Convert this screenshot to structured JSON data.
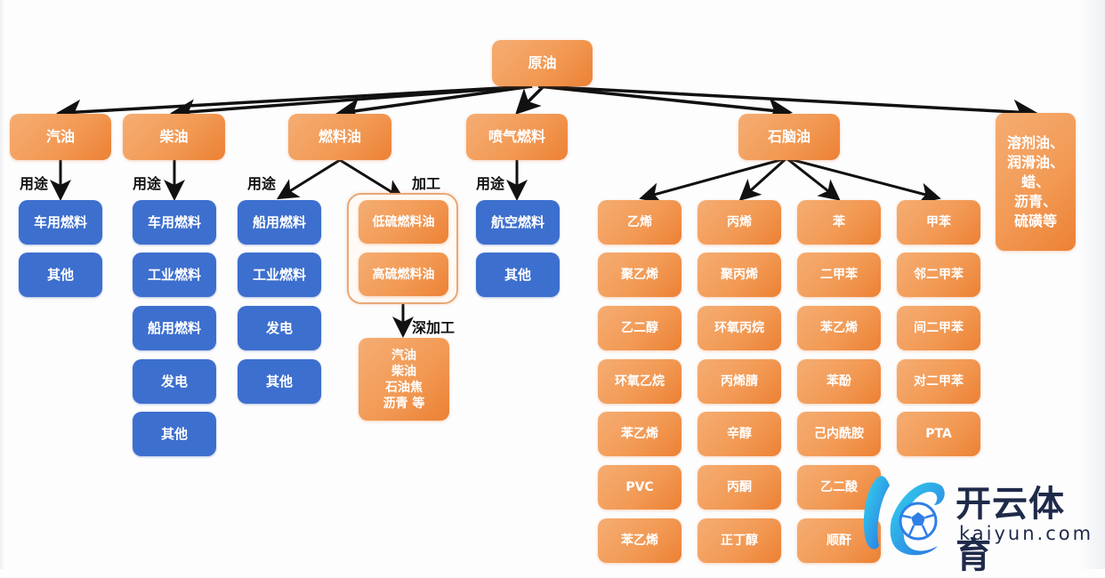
{
  "root": {
    "label": "原油"
  },
  "products": [
    {
      "label": "汽油"
    },
    {
      "label": "柴油"
    },
    {
      "label": "燃料油"
    },
    {
      "label": "喷气燃料"
    },
    {
      "label": "石脑油"
    },
    {
      "label": "溶剂油、\n润滑油、\n蜡、\n沥青、\n硫磺等"
    }
  ],
  "edge_labels": {
    "use": "用途",
    "process": "加工",
    "deep_process": "深加工"
  },
  "gasoline_uses": [
    "车用燃料",
    "其他"
  ],
  "diesel_uses": [
    "车用燃料",
    "工业燃料",
    "船用燃料",
    "发电",
    "其他"
  ],
  "fuel_oil_uses": [
    "船用燃料",
    "工业燃料",
    "发电",
    "其他"
  ],
  "fuel_oil_processed": [
    "低硫燃料油",
    "高硫燃料油"
  ],
  "fuel_oil_deep": "汽油\n柴油\n石油焦\n沥青 等",
  "jet_fuel_uses": [
    "航空燃料",
    "其他"
  ],
  "naphtha_columns": [
    {
      "head": "乙烯",
      "items": [
        "聚乙烯",
        "乙二醇",
        "环氧乙烷",
        "苯乙烯",
        "PVC",
        "苯乙烯"
      ]
    },
    {
      "head": "丙烯",
      "items": [
        "聚丙烯",
        "环氧丙烷",
        "丙烯腈",
        "辛醇",
        "丙酮",
        "正丁醇"
      ]
    },
    {
      "head": "苯",
      "items": [
        "二甲苯",
        "苯乙烯",
        "苯酚",
        "己内酰胺",
        "乙二酸",
        "顺酐"
      ]
    },
    {
      "head": "甲苯",
      "items": [
        "邻二甲苯",
        "间二甲苯",
        "对二甲苯",
        "PTA"
      ]
    }
  ],
  "watermark": {
    "brand": "开云体育",
    "url": "kaiyun.com"
  },
  "colors": {
    "orange": "#f29a55",
    "blue": "#3d6fce",
    "arrow": "#111111"
  }
}
